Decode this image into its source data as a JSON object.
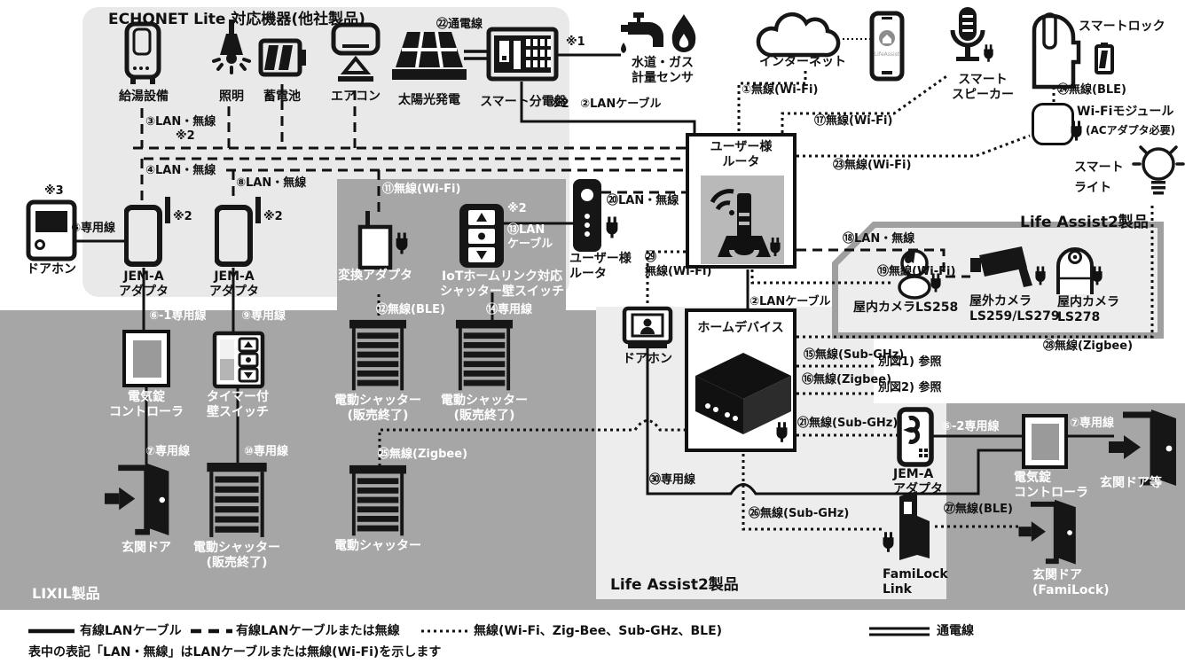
{
  "title": "ECHONET Lite 対応機器(他社製品)",
  "zones": {
    "lixil": "LIXIL製品",
    "la2_right": "Life Assist2製品",
    "la2_bottom": "Life Assist2製品"
  },
  "devices": {
    "waterheater": "給湯設備",
    "light": "照明",
    "battery": "蓄電池",
    "aircon": "エアコン",
    "solar": "太陽光発電",
    "panel": "スマート分電盤",
    "meter": "水道・ガス\n計量センサ",
    "internet": "インターネット",
    "app": "LifeAssist",
    "speaker": "スマート\nスピーカー",
    "smartlock": "スマートロック",
    "wifimodule": "Wi-Fiモジュール",
    "wifimodule_note": "(ACアダプタ必要)",
    "smartlight1": "スマート",
    "smartlight2": "ライト",
    "doorphone1": "ドアホン",
    "jema1": "JEM-A\nアダプタ",
    "jema2": "JEM-A\nアダプタ",
    "converter": "変換アダプタ",
    "iotswitch": "IoTホームリンク対応\nシャッター壁スイッチ",
    "router_small": "ユーザー様\nルータ",
    "router_main": "ユーザー様\nルータ",
    "lockctrl1": "電気錠\nコントローラ",
    "timerswitch": "タイマー付\n壁スイッチ",
    "door1": "玄関ドア",
    "shutter_m1": "電動シャッター\n(販売終了)",
    "shutter_m2": "電動シャッター\n(販売終了)",
    "shutter_l": "電動シャッター\n(販売終了)",
    "shutter_m3": "電動シャッター",
    "homedevice": "ホームデバイス",
    "doorphone2": "ドアホン",
    "cam_in258": "屋内カメラLS258",
    "cam_out": "屋外カメラ\nLS259/LS279",
    "cam_in278": "屋内カメラ\nLS278",
    "jema3": "JEM-A\nアダプタ",
    "lockctrl2": "電気錠\nコントローラ",
    "door2": "玄関ドア等",
    "famidoor": "玄関ドア\n(FamiLock)",
    "familock": "FamiLock\nLink"
  },
  "conn": {
    "c1": "①無線(Wi-Fi)",
    "c2a": "②LANケーブル",
    "c2b": "②LANケーブル",
    "c3": "③LAN・無線",
    "c4": "④LAN・無線",
    "c5": "⑤専用線",
    "c6_1": "⑥-1専用線",
    "c6_2": "⑥-2専用線",
    "c7a": "⑦専用線",
    "c7b": "⑦専用線",
    "c8": "⑧LAN・無線",
    "c9": "⑨専用線",
    "c10": "⑩専用線",
    "c11": "⑪無線(Wi-Fi)",
    "c12": "⑫無線(BLE)",
    "c13": "⑬LAN\nケーブル",
    "c14": "⑭専用線",
    "c15": "⑮無線(Sub-GHz)",
    "c16": "⑯無線(Zigbee)",
    "c17": "⑰無線(Wi-Fi)",
    "c18": "⑱LAN・無線",
    "c19": "⑲無線(Wi-Fi)",
    "c20": "⑳LAN・無線",
    "c21": "㉑無線(Sub-GHz)",
    "c22": "㉒通電線",
    "c23": "㉓無線(Wi-Fi)",
    "c24": "㉔無線(BLE)",
    "c25": "㉕無線(Zigbee)",
    "c26": "㉖無線(Sub-GHz)",
    "c27": "㉗無線(BLE)",
    "c28": "㉘無線(Zigbee)",
    "c29": "㉙\n無線(Wi-Fi)",
    "c30": "㉚専用線",
    "ref1": "別図1) 参照",
    "ref2": "別図2) 参照",
    "star1": "※1",
    "star2": "※2",
    "star3": "※3"
  },
  "legend": {
    "wired": "有線LANケーブル",
    "wired_or_wireless": "有線LANケーブルまたは無線",
    "wireless": "無線(Wi-Fi、Zig-Bee、Sub-GHz、BLE)",
    "power": "通電線",
    "note": "表中の表記「LAN・無線」はLANケーブルまたは無線(Wi-Fi)を示します"
  }
}
